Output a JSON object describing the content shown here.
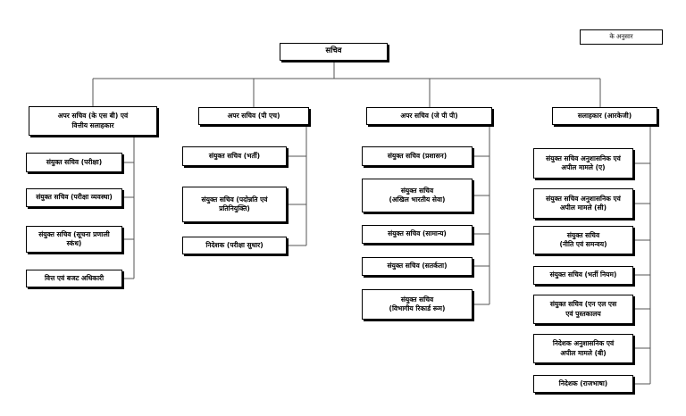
{
  "note": "के अनुसार",
  "root": "सचिव",
  "columns": [
    {
      "head": "अपर सचिव (के एस बी) एवं\nवित्तीय सलाहकार",
      "items": [
        "संयुक्त सचिव (परीक्षा)",
        "संयुक्त सचिव (परीक्षा व्यवस्था)",
        "संयुक्त सचिव (सूचना प्रणाली\nस्कंध)",
        "वित्त एवं बजट अधिकारी"
      ]
    },
    {
      "head": "अपर सचिव (पी एच)",
      "items": [
        "संयुक्त सचिव (भर्ती)",
        "संयुक्त सचिव (पदोन्नति एवं\nप्रतिनियुक्ति)",
        "निदेशक (परीक्षा सुधार)"
      ]
    },
    {
      "head": "अपर सचिव (जे पी पी)",
      "items": [
        "संयुक्त सचिव (प्रशासन)",
        "संयुक्त सचिव\n(अखिल भारतीय सेवा)",
        "संयुक्त सचिव (सामान्य)",
        "संयुक्त सचिव (सतर्कता)",
        "संयुक्त सचिव\n(विभागीय रिकार्ड रूम)"
      ]
    },
    {
      "head": "सलाहकार (आरकेजी)",
      "items": [
        "संयुक्त सचिव अनुशासनिक एवं\nअपील मामले (ए)",
        "संयुक्त सचिव अनुशासनिक एवं\nअपील मामले (सी)",
        "संयुक्त सचिव\n(नीति एवं समन्वय)",
        "संयुक्त सचिव (भर्ती नियम)",
        "संयुक्त सचिव (एन एल एस\nएवं पुस्तकालय",
        "निदेशक अनुशासनिक एवं\nअपील मामले (बी)",
        "निदेशक (राजभाषा)"
      ]
    }
  ]
}
